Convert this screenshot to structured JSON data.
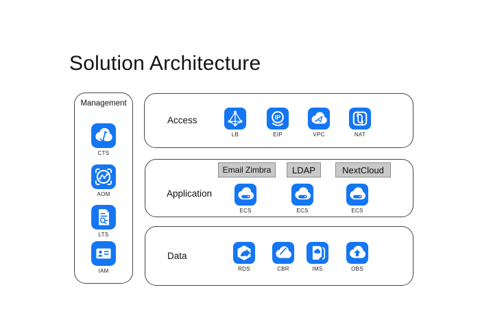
{
  "title": "Solution Architecture",
  "colors": {
    "icon_blue": "#1476f2",
    "box_border": "#454545",
    "tag_bg": "#c9c9c9",
    "tag_border": "#8c8c8c"
  },
  "management": {
    "label": "Management",
    "items": [
      {
        "label": "CTS",
        "icon": "cts-icon"
      },
      {
        "label": "AOM",
        "icon": "aom-icon"
      },
      {
        "label": "LTS",
        "icon": "lts-icon"
      },
      {
        "label": "IAM",
        "icon": "iam-icon"
      }
    ]
  },
  "rows": [
    {
      "label": "Access",
      "items": [
        {
          "label": "LB",
          "icon": "lb-icon"
        },
        {
          "label": "EIP",
          "icon": "eip-icon"
        },
        {
          "label": "VPC",
          "icon": "vpc-icon"
        },
        {
          "label": "NAT",
          "icon": "nat-icon"
        }
      ]
    },
    {
      "label": "Application",
      "tags": [
        {
          "label": "Email Zimbra"
        },
        {
          "label": "LDAP"
        },
        {
          "label": "NextCloud"
        }
      ],
      "items": [
        {
          "label": "ECS",
          "icon": "ecs-icon"
        },
        {
          "label": "ECS",
          "icon": "ecs-icon"
        },
        {
          "label": "ECS",
          "icon": "ecs-icon"
        }
      ]
    },
    {
      "label": "Data",
      "items": [
        {
          "label": "RDS",
          "icon": "rds-icon"
        },
        {
          "label": "CBR",
          "icon": "cbr-icon"
        },
        {
          "label": "IMS",
          "icon": "ims-icon"
        },
        {
          "label": "OBS",
          "icon": "obs-icon"
        }
      ]
    }
  ]
}
